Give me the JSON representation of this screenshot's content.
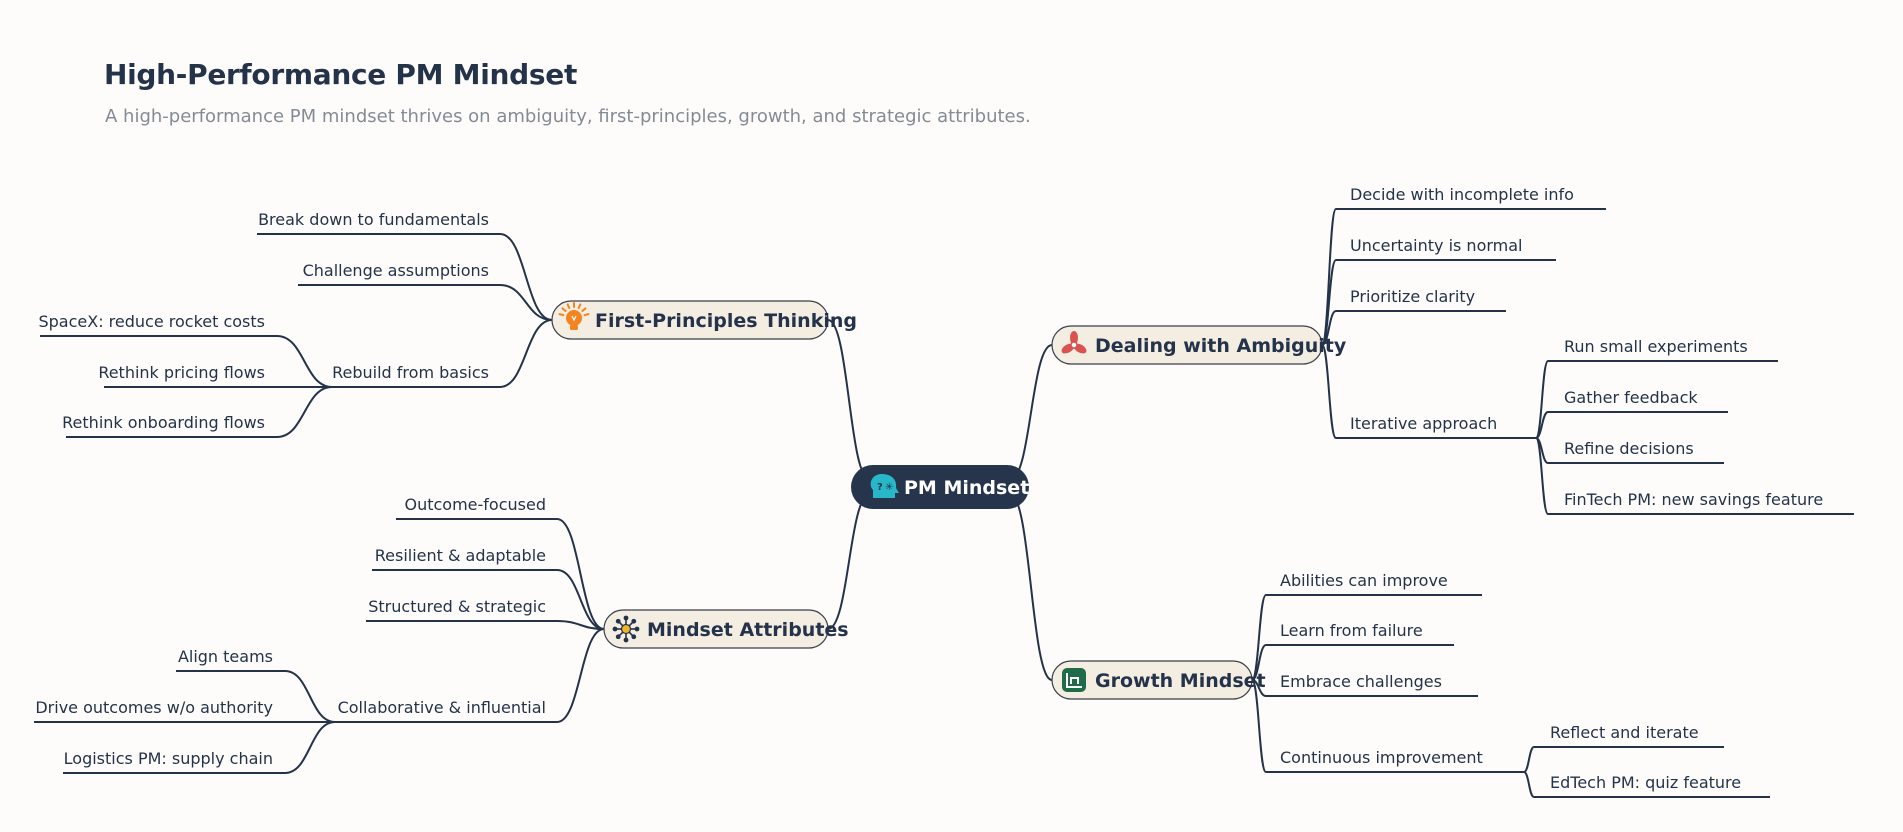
{
  "title": "High-Performance PM Mindset",
  "subtitle": "A high-performance PM mindset thrives on ambiguity, first-principles, growth, and strategic attributes.",
  "colors": {
    "ink": "#24334a",
    "muted": "#848b96",
    "background": "#fdfcfa",
    "branch_fill": "#f4ede2",
    "root_fill": "#26344c",
    "bulb_orange": "#f5831f",
    "ambiguity_red": "#d9534f",
    "growth_green": "#1f6b4a",
    "brain_teal": "#27b7c8"
  },
  "root": {
    "label": "PM Mindset",
    "icon": "brain-icon"
  },
  "branches": [
    {
      "id": "first-principles",
      "label": "First-Principles Thinking",
      "icon": "lightbulb-icon",
      "children": [
        {
          "label": "Break down to fundamentals"
        },
        {
          "label": "Challenge assumptions"
        },
        {
          "label": "Rebuild from basics",
          "children": [
            {
              "label": "SpaceX: reduce rocket costs"
            },
            {
              "label": "Rethink pricing flows"
            },
            {
              "label": "Rethink onboarding flows"
            }
          ]
        }
      ]
    },
    {
      "id": "mindset-attributes",
      "label": "Mindset Attributes",
      "icon": "network-icon",
      "children": [
        {
          "label": "Outcome-focused"
        },
        {
          "label": "Resilient & adaptable"
        },
        {
          "label": "Structured & strategic"
        },
        {
          "label": "Collaborative & influential",
          "children": [
            {
              "label": "Align teams"
            },
            {
              "label": "Drive outcomes w/o authority"
            },
            {
              "label": "Logistics PM: supply chain"
            }
          ]
        }
      ]
    },
    {
      "id": "dealing-with-ambiguity",
      "label": "Dealing with Ambiguity",
      "icon": "pinwheel-icon",
      "children": [
        {
          "label": "Decide with incomplete info"
        },
        {
          "label": "Uncertainty is normal"
        },
        {
          "label": "Prioritize clarity"
        },
        {
          "label": "Iterative approach",
          "children": [
            {
              "label": "Run small experiments"
            },
            {
              "label": "Gather feedback"
            },
            {
              "label": "Refine decisions"
            },
            {
              "label": "FinTech PM: new savings feature"
            }
          ]
        }
      ]
    },
    {
      "id": "growth-mindset",
      "label": "Growth Mindset",
      "icon": "growth-chart-icon",
      "children": [
        {
          "label": "Abilities can improve"
        },
        {
          "label": "Learn from failure"
        },
        {
          "label": "Embrace challenges"
        },
        {
          "label": "Continuous improvement",
          "children": [
            {
              "label": "Reflect and iterate"
            },
            {
              "label": "EdTech PM: quiz feature"
            }
          ]
        }
      ]
    }
  ]
}
